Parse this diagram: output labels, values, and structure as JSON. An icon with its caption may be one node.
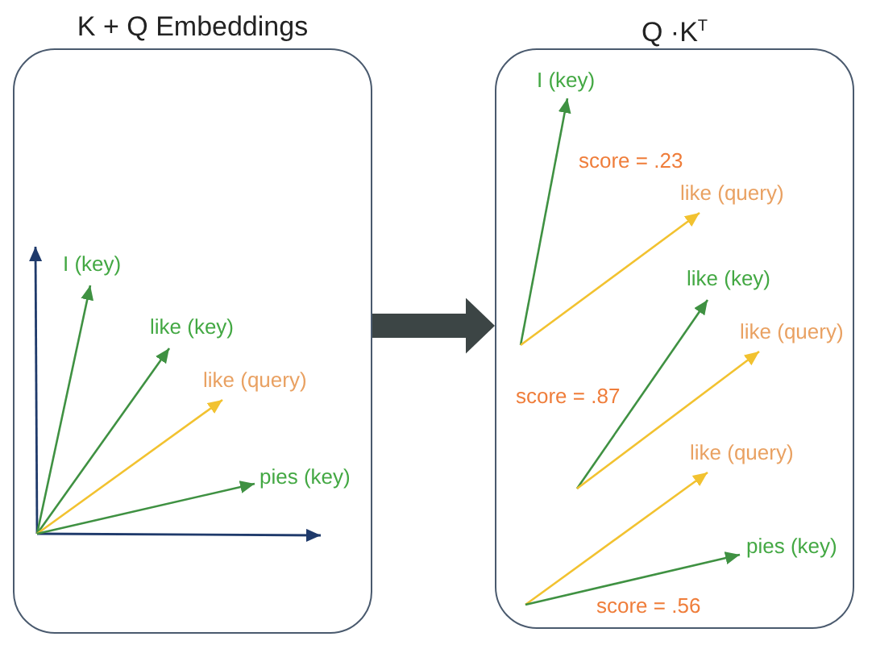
{
  "diagram": {
    "nodes": [
      {
        "text": [
          "K + Q Embeddings"
        ]
      },
      {
        "text": [
          "Q ·K$^{T}$"
        ]
      }
    ],
    "edges": [
      {
        "from": 0,
        "to": 1,
        "arrow": "to"
      }
    ],
    "labels": [
      "I (key)",
      "like (key)",
      "like (query)",
      "pies (key)",
      "I (key)",
      "score = .23",
      "like (query)",
      "like (key)",
      "like (query)",
      "score = .87",
      "like (query)",
      "pies (key)",
      "score = .56"
    ]
  }
}
